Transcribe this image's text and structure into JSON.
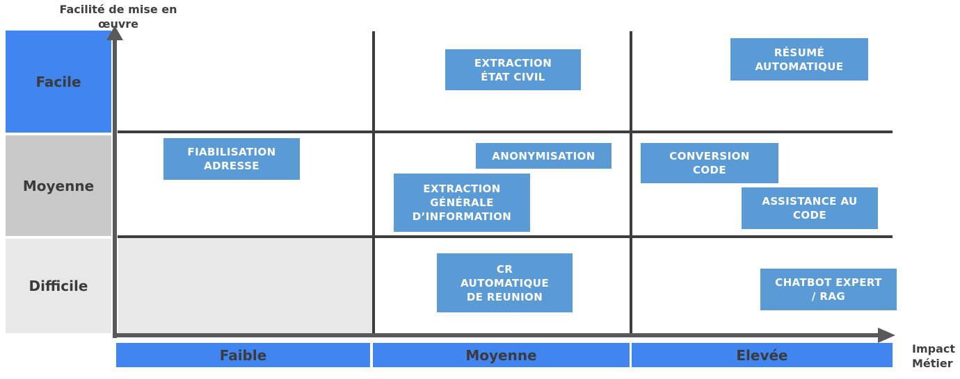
{
  "diagram": {
    "y_axis": {
      "title": "Facilité de mise en\nœuvre",
      "levels": [
        "Facile",
        "Moyenne",
        "Difficile"
      ]
    },
    "x_axis": {
      "title": "Impact\nMétier",
      "levels": [
        "Faible",
        "Moyenne",
        "Elevée"
      ]
    },
    "use_cases": [
      {
        "label": "EXTRACTION\nÉTAT CIVIL",
        "ease": "Facile",
        "impact": "Moyenne"
      },
      {
        "label": "RÉSUMÉ\nAUTOMATIQUE",
        "ease": "Facile",
        "impact": "Elevée"
      },
      {
        "label": "FIABILISATION\nADRESSE",
        "ease": "Moyenne",
        "impact": "Faible"
      },
      {
        "label": "ANONYMISATION",
        "ease": "Moyenne",
        "impact": "Moyenne"
      },
      {
        "label": "EXTRACTION\nGÉNÉRALE\nD’INFORMATION",
        "ease": "Moyenne",
        "impact": "Moyenne"
      },
      {
        "label": "CONVERSION\nCODE",
        "ease": "Moyenne",
        "impact": "Elevée"
      },
      {
        "label": "ASSISTANCE AU\nCODE",
        "ease": "Moyenne",
        "impact": "Elevée"
      },
      {
        "label": "CR\nAUTOMATIQUE\nDE REUNION",
        "ease": "Difficile",
        "impact": "Moyenne"
      },
      {
        "label": "CHATBOT EXPERT\n/ RAG",
        "ease": "Difficile",
        "impact": "Elevée"
      }
    ],
    "colors": {
      "bright_blue": "#4185F0",
      "box_blue": "#5B9BD5",
      "row_moyenne_gray": "#C9C9C9",
      "row_difficile_gray": "#E9E8E8",
      "axis_gray": "#595959",
      "dark_text": "#3B3B3B"
    }
  }
}
